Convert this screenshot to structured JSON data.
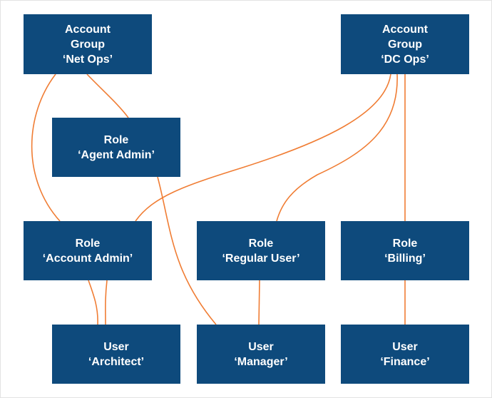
{
  "nodes": {
    "group_netops": {
      "lines": [
        "Account",
        "Group",
        "‘Net Ops’"
      ]
    },
    "group_dcops": {
      "lines": [
        "Account",
        "Group",
        "‘DC Ops’"
      ]
    },
    "role_agent_admin": {
      "lines": [
        "Role",
        "‘Agent Admin’"
      ]
    },
    "role_account_admin": {
      "lines": [
        "Role",
        "‘Account Admin’"
      ]
    },
    "role_regular_user": {
      "lines": [
        "Role",
        "‘Regular User’"
      ]
    },
    "role_billing": {
      "lines": [
        "Role",
        "‘Billing’"
      ]
    },
    "user_architect": {
      "lines": [
        "User",
        "‘Architect’"
      ]
    },
    "user_manager": {
      "lines": [
        "User",
        "‘Manager’"
      ]
    },
    "user_finance": {
      "lines": [
        "User",
        "‘Finance’"
      ]
    }
  },
  "edges": [
    {
      "from": "group_netops",
      "to": "role_agent_admin"
    },
    {
      "from": "group_netops",
      "to": "role_account_admin"
    },
    {
      "from": "group_dcops",
      "to": "role_account_admin"
    },
    {
      "from": "group_dcops",
      "to": "role_regular_user"
    },
    {
      "from": "group_dcops",
      "to": "role_billing"
    },
    {
      "from": "role_agent_admin",
      "to": "user_manager"
    },
    {
      "from": "role_account_admin",
      "to": "user_architect"
    },
    {
      "from": "role_regular_user",
      "to": "user_manager"
    },
    {
      "from": "role_billing",
      "to": "user_finance"
    }
  ],
  "colors": {
    "node_fill": "#0e4a7c",
    "node_text": "#ffffff",
    "connector": "#f07d34"
  }
}
